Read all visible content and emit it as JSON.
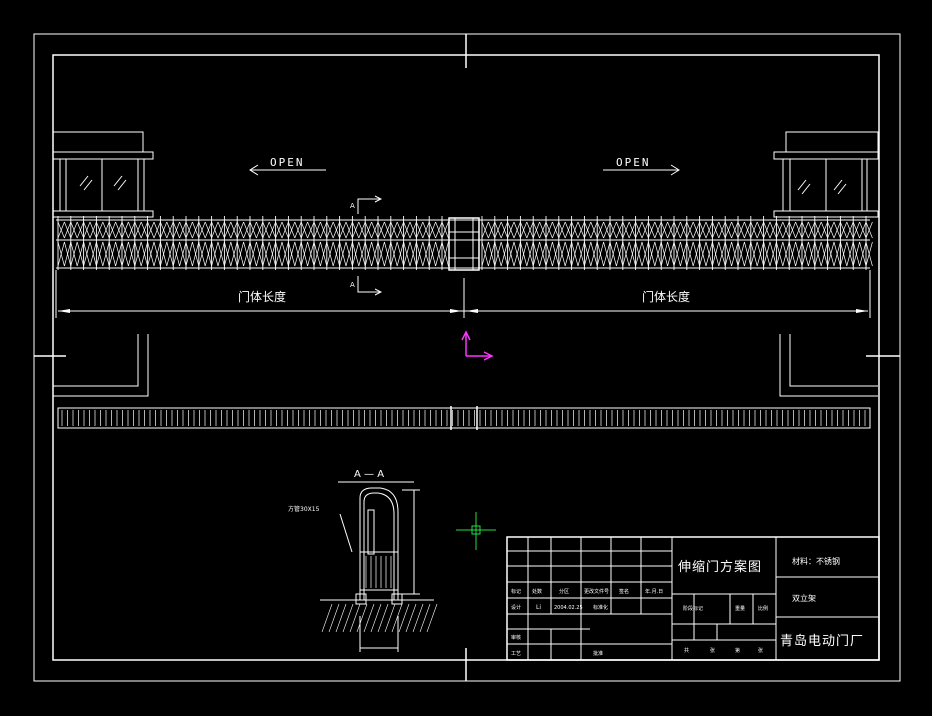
{
  "drawing": {
    "open_left": "OPEN",
    "open_right": "OPEN",
    "door_length_left": "门体长度",
    "door_length_right": "门体长度",
    "section_mark": "A",
    "section_title": "A — A",
    "pipe_note": "方管30X15"
  },
  "title_block": {
    "drawing_name": "伸缩门方案图",
    "material": "材料：不锈钢",
    "quantity": "双立架",
    "company": "青岛电动门厂",
    "row_labels": [
      "标记",
      "处数",
      "分区",
      "更改文件号",
      "签名",
      "年.月.日"
    ],
    "sign_labels": [
      "设计",
      "Li",
      "2004.02.25",
      "标准化"
    ],
    "mid_labels": [
      "阶段标记",
      "重量",
      "比例"
    ],
    "lower_labels": [
      "审核",
      "工艺",
      "批准"
    ],
    "sheet_labels": [
      "共",
      "张",
      "第",
      "张"
    ]
  },
  "colors": {
    "line": "#ffffff",
    "ucs": "#ff33ff",
    "cursor": "#22dd44",
    "background": "#000000"
  }
}
